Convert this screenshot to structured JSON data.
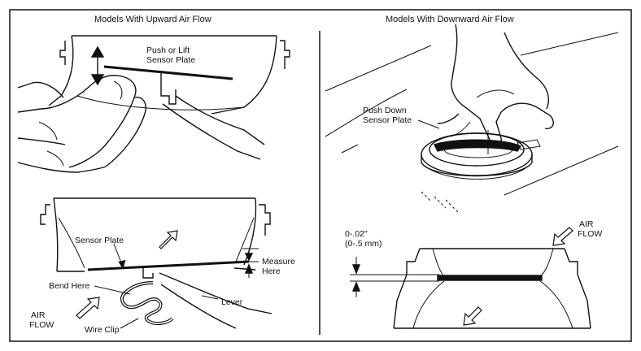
{
  "left_panel": {
    "title": "Models With Upward Air Flow",
    "top_figure": {
      "label_line1": "Push or Lift",
      "label_line2": "Sensor Plate"
    },
    "bottom_figure": {
      "sensor_plate": "Sensor Plate",
      "measure_line1": "Measure",
      "measure_line2": "Here",
      "bend_here": "Bend Here",
      "lever": "Lever",
      "air_flow_line1": "AIR",
      "air_flow_line2": "FLOW",
      "wire_clip": "Wire Clip"
    }
  },
  "right_panel": {
    "title": "Models With Downward Air Flow",
    "top_figure": {
      "label_line1": "Push Down",
      "label_line2": "Sensor Plate"
    },
    "bottom_figure": {
      "gap_line1": "0-.02\"",
      "gap_line2": "(0-.5 mm)",
      "air_flow_line1": "AIR",
      "air_flow_line2": "FLOW"
    }
  }
}
